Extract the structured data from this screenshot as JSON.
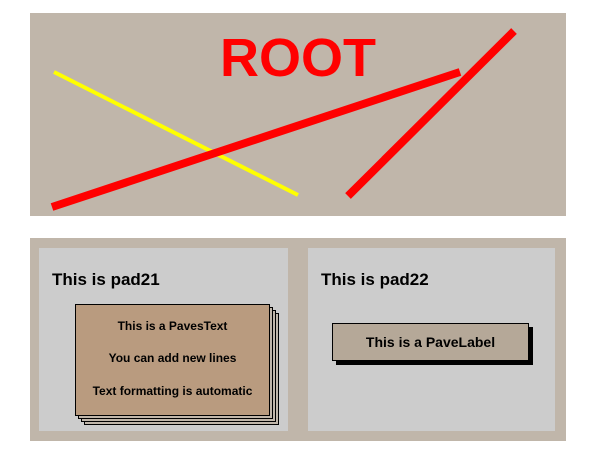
{
  "pad1": {
    "title": "ROOT",
    "title_color": "#ff0000",
    "background_color": "#c0b6aa"
  },
  "pad21": {
    "title": "This is pad21",
    "paves_text": {
      "lines": [
        "This is a PavesText",
        "You can add new lines",
        "Text formatting is automatic"
      ],
      "fill_color": "#b99b7f"
    }
  },
  "pad22": {
    "title": "This is pad22",
    "pave_label": {
      "text": "This is a PaveLabel",
      "fill_color": "#b5a898"
    }
  },
  "colors": {
    "red_line": "#ff0000",
    "yellow_line": "#ffff00",
    "subpad_background": "#cccccc"
  }
}
